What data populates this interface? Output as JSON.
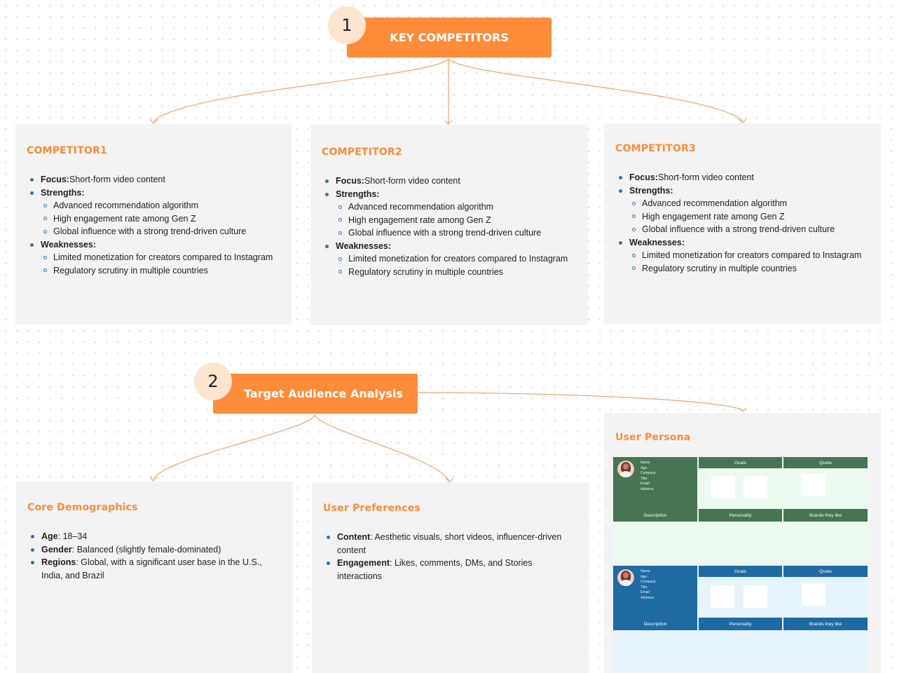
{
  "sections": [
    {
      "number": "1",
      "title": "KEY COMPETITORS"
    },
    {
      "number": "2",
      "title": "Target Audience Analysis"
    }
  ],
  "competitors": [
    {
      "title": "COMPETITOR1",
      "focus_label": "Focus:",
      "focus_value": "Short-form video content",
      "strengths_label": "Strengths:",
      "strengths": [
        "Advanced recommendation algorithm",
        "High engagement rate among Gen Z",
        "Global influence with a strong trend-driven culture"
      ],
      "weaknesses_label": "Weaknesses:",
      "weaknesses": [
        "Limited monetization for creators compared to Instagram",
        "Regulatory scrutiny in multiple countries"
      ]
    },
    {
      "title": "COMPETITOR2",
      "focus_label": "Focus:",
      "focus_value": "Short-form video content",
      "strengths_label": "Strengths:",
      "strengths": [
        "Advanced recommendation algorithm",
        "High engagement rate among Gen Z",
        "Global influence with a strong trend-driven culture"
      ],
      "weaknesses_label": "Weaknesses:",
      "weaknesses": [
        "Limited monetization for creators compared to Instagram",
        "Regulatory scrutiny in multiple countries"
      ]
    },
    {
      "title": "COMPETITOR3",
      "focus_label": "Focus:",
      "focus_value": "Short-form video content",
      "strengths_label": "Strengths:",
      "strengths": [
        "Advanced recommendation algorithm",
        "High engagement rate among Gen Z",
        "Global influence with a strong trend-driven culture"
      ],
      "weaknesses_label": "Weaknesses:",
      "weaknesses": [
        "Limited monetization for creators compared to Instagram",
        "Regulatory scrutiny in multiple countries"
      ]
    }
  ],
  "demographics": {
    "title": "Core Demographics",
    "items": [
      {
        "label": "Age",
        "value": ": 18–34"
      },
      {
        "label": "Gender",
        "value": ": Balanced (slightly female-dominated)"
      },
      {
        "label": "Regions",
        "value": ": Global, with a significant user base in the U.S., India, and Brazil"
      }
    ]
  },
  "preferences": {
    "title": "User Preferences",
    "items": [
      {
        "label": "Content",
        "value": ": Aesthetic visuals, short videos, influencer-driven content"
      },
      {
        "label": "Engagement",
        "value": ": Likes, comments, DMs, and Stories interactions"
      }
    ]
  },
  "persona": {
    "title": "User Persona",
    "fields": [
      "Name:",
      "Age:",
      "Company:",
      "Title:",
      "Email:",
      "Address:"
    ],
    "goals": "Goals",
    "quote": "Quote",
    "description": "Description",
    "personality": "Personality",
    "brands": "Brands they like",
    "colors": {
      "green_dark": "#467551",
      "green_light": "#ecfbef",
      "blue_dark": "#1f6aa2",
      "blue_light": "#e6f4fd"
    }
  },
  "colors": {
    "accent": "#ff8c3a",
    "badge": "#fde5cf",
    "card": "#f3f3f3",
    "bullet": "#2f75b5"
  }
}
